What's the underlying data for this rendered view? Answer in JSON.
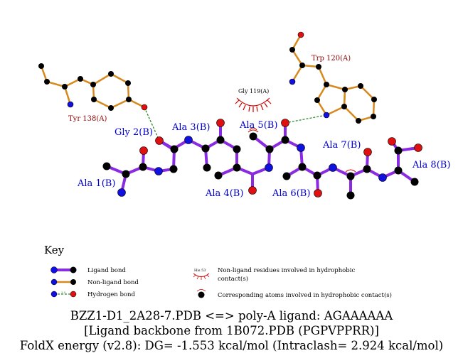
{
  "residues": {
    "ala1": "Ala 1(B)",
    "gly2": "Gly 2(B)",
    "ala3": "Ala 3(B)",
    "ala4": "Ala 4(B)",
    "ala5": "Ala 5(B)",
    "ala6": "Ala 6(B)",
    "ala7": "Ala 7(B)",
    "ala8": "Ala 8(B)"
  },
  "nonligand_residues": {
    "tyr138": "Tyr 138(A)",
    "trp120": "Trp 120(A)",
    "gly119": "Gly 119(A)"
  },
  "key": {
    "title": "Key",
    "ligand_bond": "Ligand bond",
    "nonligand_bond": "Non-ligand bond",
    "hydrogen_bond": "Hydrogen bond",
    "hbond_length_sample": "3.0",
    "hydrophobic_residue_sample": "His 53",
    "hydrophobic_residues_line1": "Non-ligand residues involved in hydrophobic",
    "hydrophobic_residues_line2": "contact(s)",
    "hydrophobic_atoms": "Corresponding atoms involved in hydrophobic contact(s)"
  },
  "caption": {
    "line1": "BZZ1-D1_2A28-7.PDB <=> poly-A ligand: AGAAAAAA",
    "line2": "[Ligand backbone from 1B072.PDB (PGPVPPRR)]",
    "line3": "FoldX energy (v2.8): DG= -1.553 kcal/mol (Intraclash= 2.924 kcal/mol)"
  },
  "colors": {
    "ligand_bond": "#8a2be2",
    "nonligand_bond": "#d68a1e",
    "hydrogen_bond": "#2e8b2e",
    "carbon": "#000000",
    "nitrogen": "#1010e0",
    "oxygen": "#e01010",
    "hydrophobic": "#cc0000"
  }
}
